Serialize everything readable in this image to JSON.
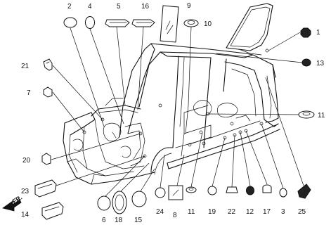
{
  "callouts": {
    "c1": "1",
    "c2": "2",
    "c3": "3",
    "c4": "4",
    "c5": "5",
    "c6": "6",
    "c7": "7",
    "c8": "8",
    "c9": "9",
    "c10": "10",
    "c11a": "11",
    "c11b": "11",
    "c12": "12",
    "c13": "13",
    "c14": "14",
    "c15": "15",
    "c16": "16",
    "c17": "17",
    "c18": "18",
    "c19": "19",
    "c20": "20",
    "c21": "21",
    "c22": "22",
    "c23": "23",
    "c24": "24",
    "c25": "25"
  },
  "direction": {
    "label": "FR."
  }
}
